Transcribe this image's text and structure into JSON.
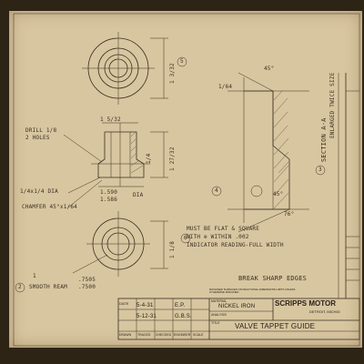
{
  "notes": {
    "drill": "DRILL 1/8",
    "holes": "2 HOLES",
    "dia": "1/4x1/4 DIA",
    "chamfer": "CHAMFER 45°x1/64",
    "must_flat_1": "MUST BE FLAT & SQUARE",
    "must_flat_2": "WITH ⊕ WITHIN .002",
    "must_flat_3": "INDICATOR READING-FULL WIDTH",
    "break_edges": "BREAK SHARP EDGES",
    "smooth_ream": "SMOOTH REAM",
    "ream_1": ".7505",
    "ream_2": ".7500",
    "section": "SECTION A-A",
    "enlarged": "ENLARGED TWICE SIZE",
    "circle_2": "2",
    "circle_1": "1",
    "circle_4": "4",
    "circle_5": "5",
    "circle_6": "6",
    "circle_3": "3"
  },
  "dimensions": {
    "d1": "1 5/32",
    "d2": "1 3/32",
    "d3": "1 27/32",
    "d4": "1.590",
    "d5": "1.586",
    "d6": "1/4",
    "d7": "1 1/8",
    "d8": "1/64",
    "d9": "45°",
    "d10": "45°",
    "d11": "76°",
    "dia_label": "DIA"
  },
  "title_block": {
    "date_label": "DATE",
    "drawn_label": "DRAWN",
    "traced_label": "TRACED",
    "checked_label": "CHECKED",
    "engineer_label": "ENGINEER",
    "scale_label": "SCALE",
    "date_1": "5-4-31",
    "date_2": "5-12-31",
    "init_1": "E.P.",
    "init_2": "G.B.S.",
    "material_label": "MATERIAL",
    "material_value": "NICKEL IRON",
    "analysis_label": "ANALYSIS",
    "company": "SCRIPPS MOTOR",
    "city": "DETROIT, MICHIG",
    "title_label": "TITLE",
    "title_value": "VALVE TAPPET GUIDE",
    "fine_print": "MACHINED SURFACES ON FRACTIONAL DIMENSIONS LIMITS UNLESS OTHERWISE SPECIFIED"
  }
}
